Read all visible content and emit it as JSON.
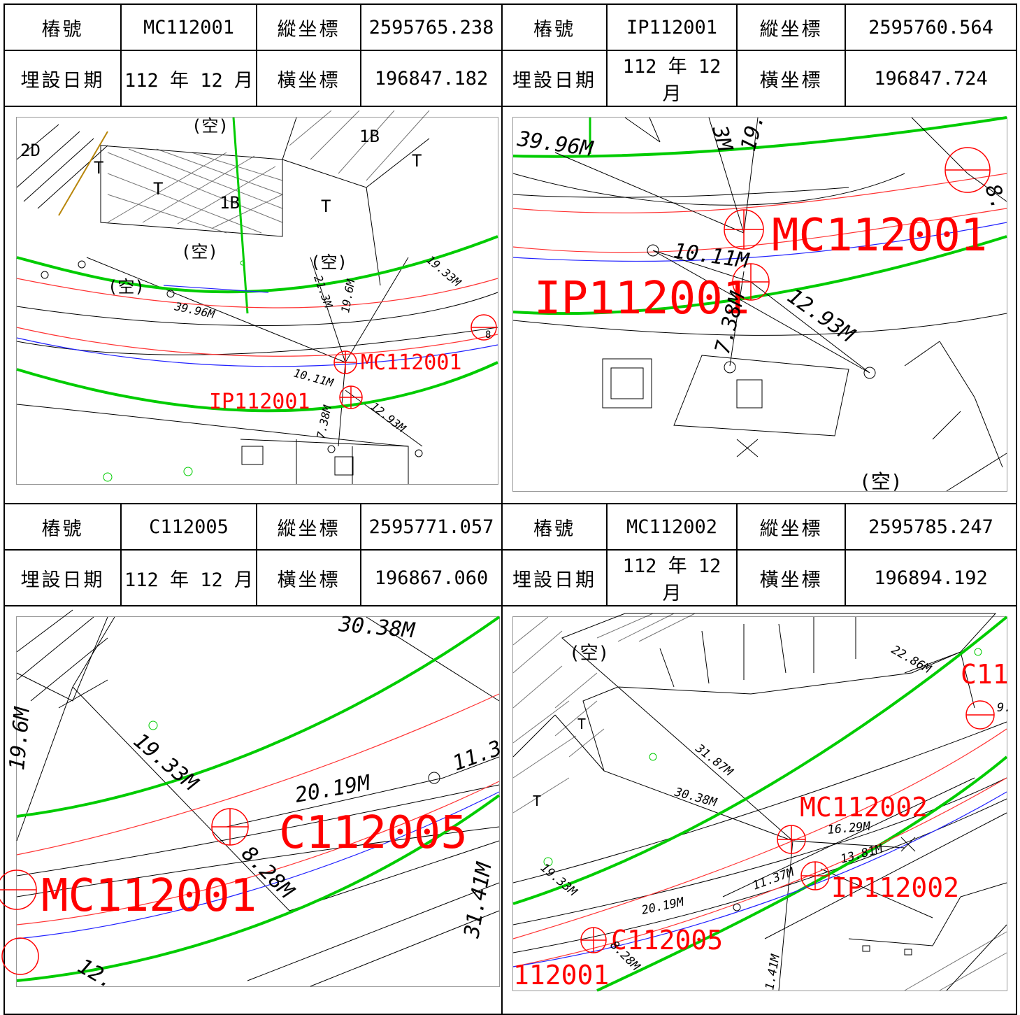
{
  "labels": {
    "stake_no": "樁號",
    "date": "埋設日期",
    "northing": "縱坐標",
    "easting": "橫坐標"
  },
  "points": [
    {
      "id": "MC112001",
      "date": "112 年 12 月",
      "northing": "2595765.238",
      "easting": "196847.182"
    },
    {
      "id": "IP112001",
      "date": "112 年 12 月",
      "northing": "2595760.564",
      "easting": "196847.724"
    },
    {
      "id": "C112005",
      "date": "112 年 12 月",
      "northing": "2595771.057",
      "easting": "196867.060"
    },
    {
      "id": "MC112002",
      "date": "112 年 12 月",
      "northing": "2595785.247",
      "easting": "196894.192"
    }
  ],
  "maps": {
    "m1": {
      "stakes": [
        "MC112001",
        "IP112001"
      ],
      "dims": [
        "39.96M",
        "21.3M",
        "19.6M",
        "19.33M",
        "10.11M",
        "7.38M",
        "12.93M"
      ],
      "marks": [
        "(空)",
        "(空)",
        "(空)",
        "(空)",
        "1B",
        "1B",
        "2D",
        "T",
        "T",
        "T",
        "T",
        "8"
      ]
    },
    "m2": {
      "stakes": [
        "MC112001",
        "IP112001"
      ],
      "dims": [
        "39.96M",
        "3M",
        "19.",
        "10.11M",
        "12.93M",
        "7.38M",
        "8."
      ],
      "marks": [
        "(空)"
      ]
    },
    "m3": {
      "stakes": [
        "C112005",
        "MC112001"
      ],
      "dims": [
        "30.38M",
        "19.33M",
        "20.19M",
        "8.28M",
        "11.3",
        "19.6M",
        "31.41M",
        "12."
      ]
    },
    "m4": {
      "stakes": [
        "MC112002",
        "IP112002",
        "C112005",
        "112001",
        "C11"
      ],
      "dims": [
        "22.86M",
        "31.87M",
        "30.38M",
        "16.29M",
        "13.81M",
        "11.37M",
        "20.19M",
        "19.33M",
        "8.28M",
        "1.41M",
        "9."
      ],
      "marks": [
        "(空)",
        "T",
        "T"
      ]
    }
  },
  "colors": {
    "stake": "#ff0000",
    "road_edge": "#00cc00",
    "red_line": "#ff3333",
    "blue_line": "#2222ff",
    "boundary": "#000000"
  }
}
